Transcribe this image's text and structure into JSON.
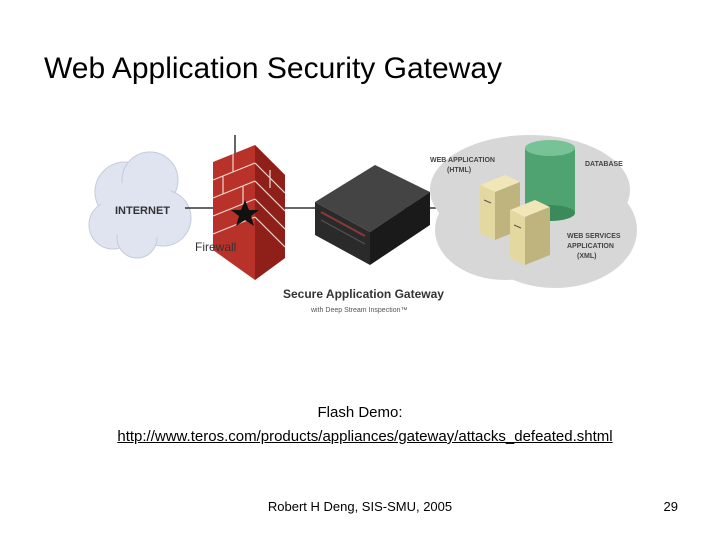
{
  "slide": {
    "title": "Web Application Security Gateway"
  },
  "diagram": {
    "internet_label": "INTERNET",
    "firewall_label": "Firewall",
    "gateway_label": "Secure Application Gateway",
    "gateway_sublabel": "with Deep Stream Inspection™",
    "webapp_label_line1": "WEB APPLICATION",
    "webapp_label_line2": "(HTML)",
    "database_label": "DATABASE",
    "webservices_label_line1": "WEB SERVICES",
    "webservices_label_line2": "APPLICATION",
    "webservices_label_line3": "(XML)",
    "colors": {
      "cloud": "#dfe4f0",
      "brick": "#b8322a",
      "gateway_box": "#2a2a2a",
      "app_zone": "#d7d7d7",
      "database": "#4fa371",
      "server": "#e3d8a0"
    }
  },
  "demo": {
    "label": "Flash Demo:",
    "link_text": "http://www.teros.com/products/appliances/gateway/attacks_defeated.shtml"
  },
  "footer": {
    "credit": "Robert H Deng, SIS-SMU, 2005",
    "page_number": "29"
  }
}
